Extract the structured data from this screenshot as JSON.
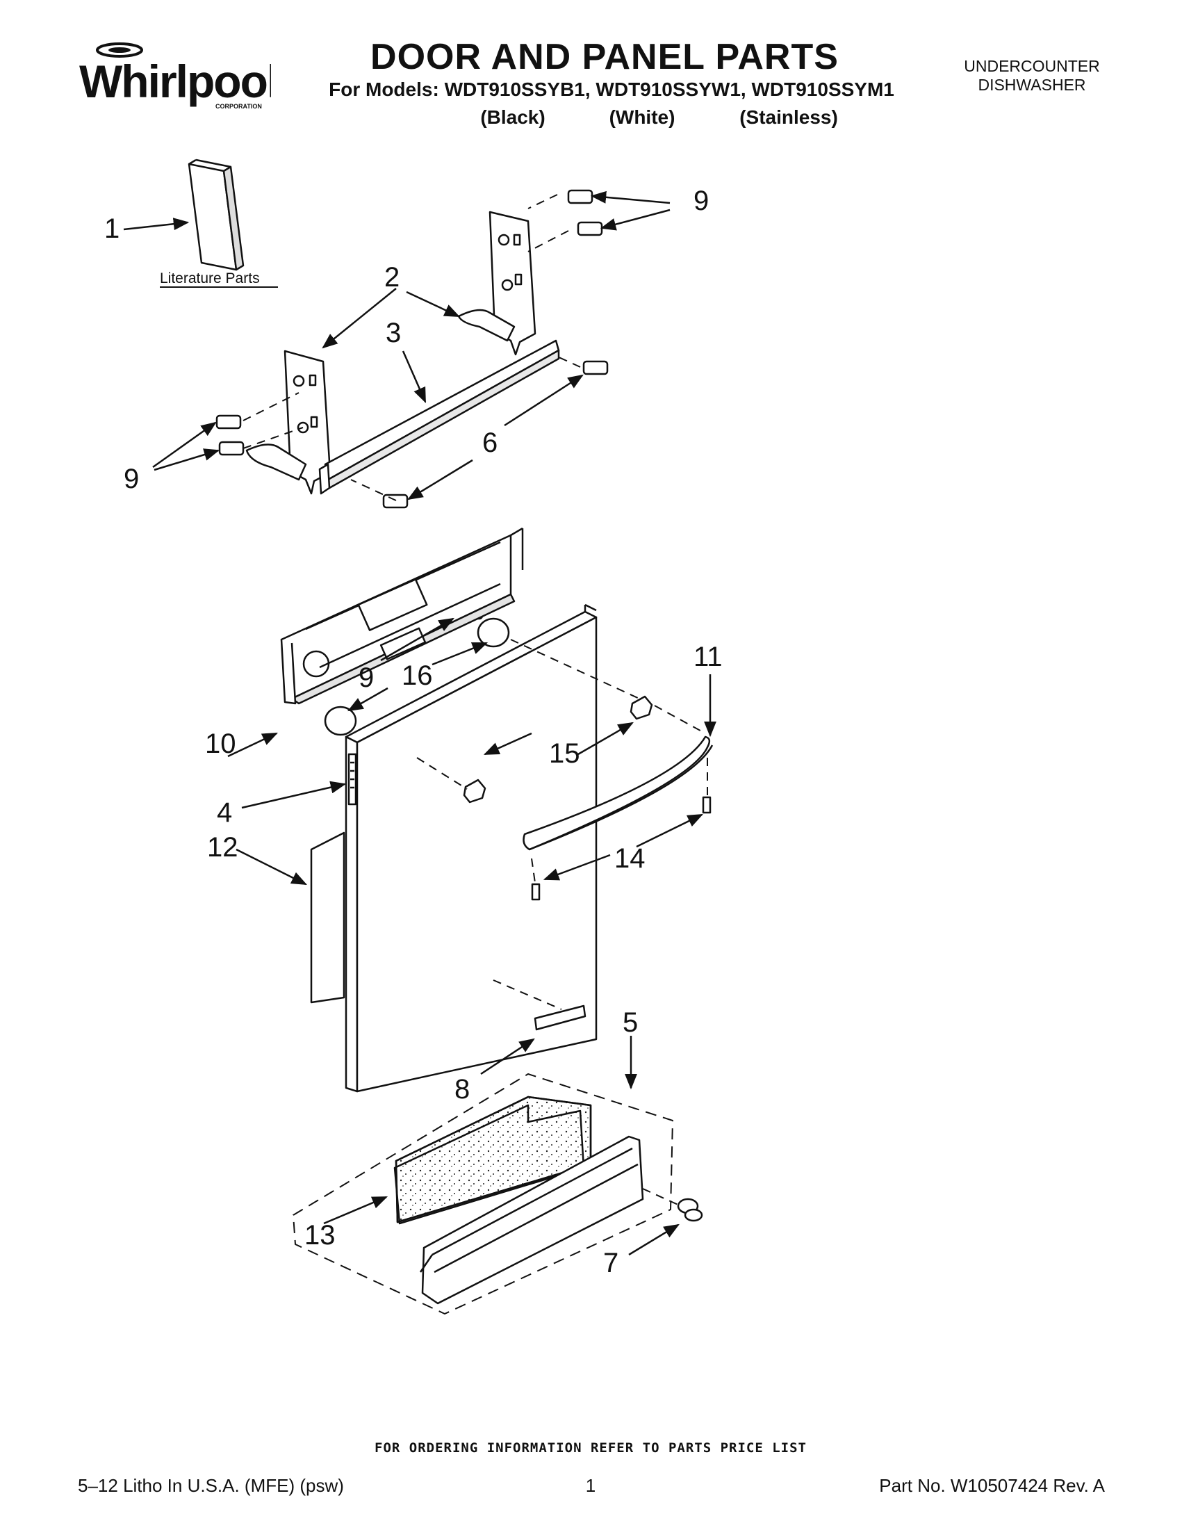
{
  "header": {
    "brand": "Whirlpool",
    "brand_sub": "CORPORATION",
    "title": "DOOR AND PANEL PARTS",
    "models_line": "For Models: WDT910SSYB1, WDT910SSYW1, WDT910SSYM1",
    "colors": [
      "(Black)",
      "(White)",
      "(Stainless)"
    ],
    "product_line1": "UNDERCOUNTER",
    "product_line2": "DISHWASHER"
  },
  "diagram": {
    "literature_label": "Literature Parts",
    "callouts": [
      "1",
      "2",
      "3",
      "9",
      "9",
      "6",
      "9",
      "16",
      "10",
      "11",
      "15",
      "4",
      "12",
      "14",
      "5",
      "8",
      "13",
      "7"
    ]
  },
  "footer": {
    "order_note": "FOR ORDERING INFORMATION REFER TO PARTS PRICE LIST",
    "left": "5–12 Litho In U.S.A. (MFE) (psw)",
    "page": "1",
    "right": "Part No. W10507424 Rev. A"
  }
}
